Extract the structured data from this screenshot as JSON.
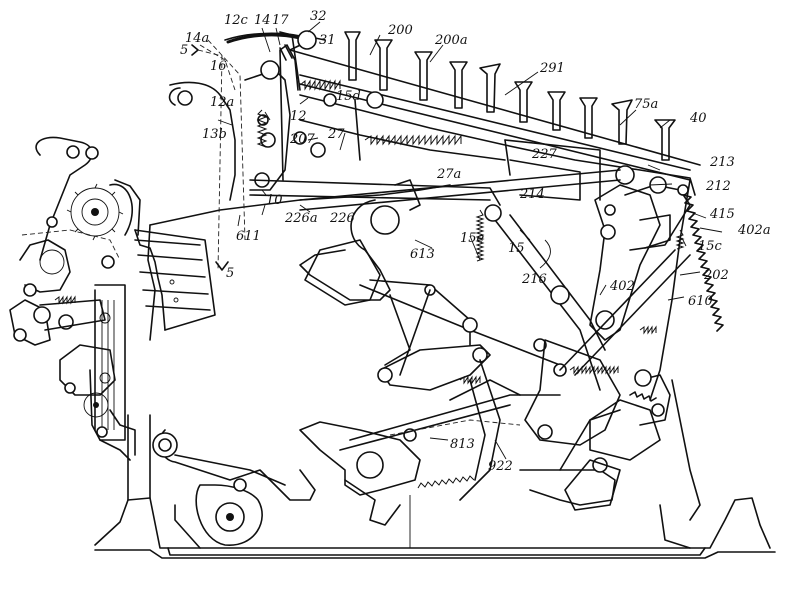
{
  "reference_numerals": [
    {
      "id": "n14a",
      "text": "14a"
    },
    {
      "id": "n12c",
      "text": "12c"
    },
    {
      "id": "n14",
      "text": "14"
    },
    {
      "id": "n17",
      "text": "17"
    },
    {
      "id": "n32",
      "text": "32"
    },
    {
      "id": "n31",
      "text": "31"
    },
    {
      "id": "n200",
      "text": "200"
    },
    {
      "id": "n200a",
      "text": "200a"
    },
    {
      "id": "n291",
      "text": "291"
    },
    {
      "id": "n75a",
      "text": "75a"
    },
    {
      "id": "n40",
      "text": "40"
    },
    {
      "id": "n5top",
      "text": "5"
    },
    {
      "id": "n16",
      "text": "16"
    },
    {
      "id": "n15d",
      "text": "15d"
    },
    {
      "id": "n12a",
      "text": "12a"
    },
    {
      "id": "n12",
      "text": "12"
    },
    {
      "id": "n13b",
      "text": "13b"
    },
    {
      "id": "n27",
      "text": "27"
    },
    {
      "id": "n207",
      "text": "207"
    },
    {
      "id": "n227",
      "text": "227"
    },
    {
      "id": "n213",
      "text": "213"
    },
    {
      "id": "n27a",
      "text": "27a"
    },
    {
      "id": "n10",
      "text": "10"
    },
    {
      "id": "n214",
      "text": "214"
    },
    {
      "id": "n212",
      "text": "212"
    },
    {
      "id": "n226a",
      "text": "226a"
    },
    {
      "id": "n226",
      "text": "226"
    },
    {
      "id": "n415",
      "text": "415"
    },
    {
      "id": "n611",
      "text": "611"
    },
    {
      "id": "n15e",
      "text": "15e"
    },
    {
      "id": "n402a",
      "text": "402a"
    },
    {
      "id": "n15c",
      "text": "15c"
    },
    {
      "id": "n613",
      "text": "613"
    },
    {
      "id": "n15",
      "text": "15"
    },
    {
      "id": "n5bot",
      "text": "5"
    },
    {
      "id": "n216",
      "text": "216"
    },
    {
      "id": "n202",
      "text": "202"
    },
    {
      "id": "n402",
      "text": "402"
    },
    {
      "id": "n610",
      "text": "610"
    },
    {
      "id": "n813",
      "text": "813"
    },
    {
      "id": "n922",
      "text": "922"
    }
  ]
}
